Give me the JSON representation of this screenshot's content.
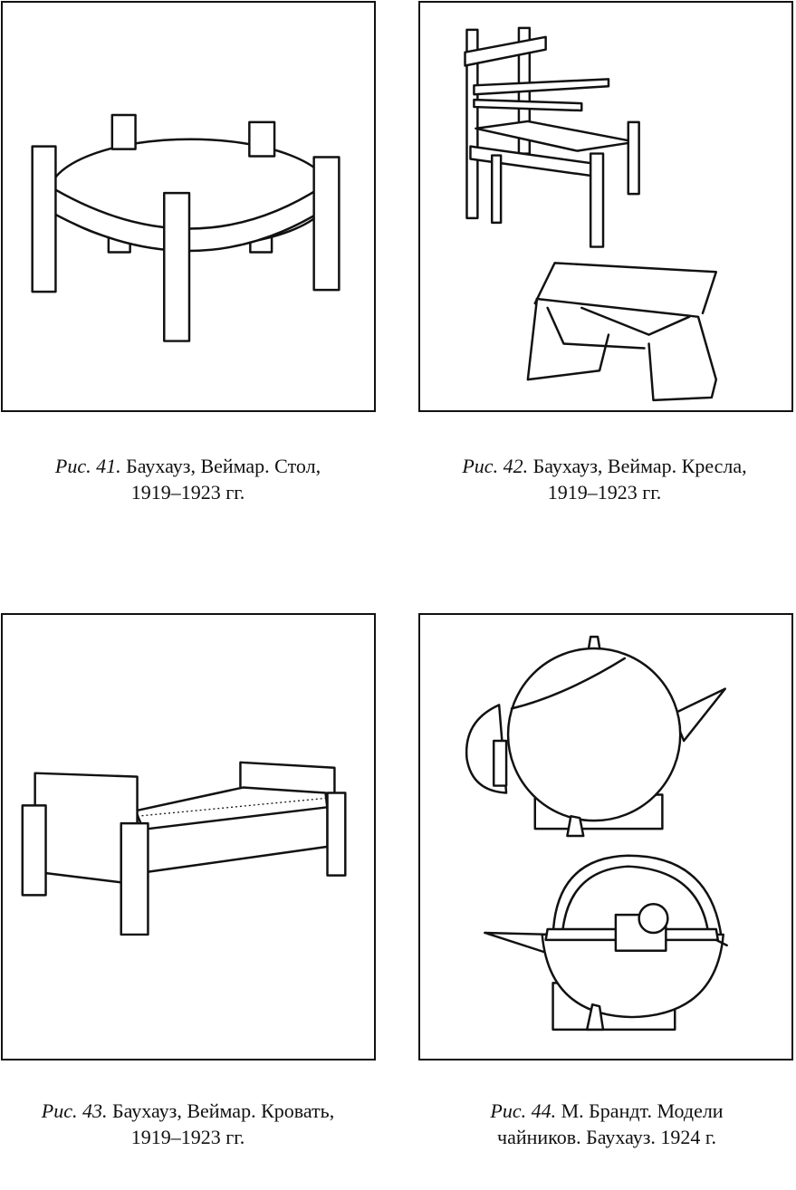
{
  "figures": [
    {
      "label": "Рис. 41.",
      "text": "Баухауз, Веймар. Стол,",
      "date": "1919–1923 гг.",
      "icon": "table-icon"
    },
    {
      "label": "Рис. 42.",
      "text": "Баухауз, Веймар. Кресла,",
      "date": "1919–1923 гг.",
      "icon": "armchairs-icon"
    },
    {
      "label": "Рис. 43.",
      "text": "Баухауз, Веймар. Кровать,",
      "date": "1919–1923 гг.",
      "icon": "bed-icon"
    },
    {
      "label": "Рис. 44.",
      "text": "М. Брандт. Модели",
      "date": "чайников. Баухауз. 1924 г.",
      "icon": "teapots-icon"
    }
  ]
}
